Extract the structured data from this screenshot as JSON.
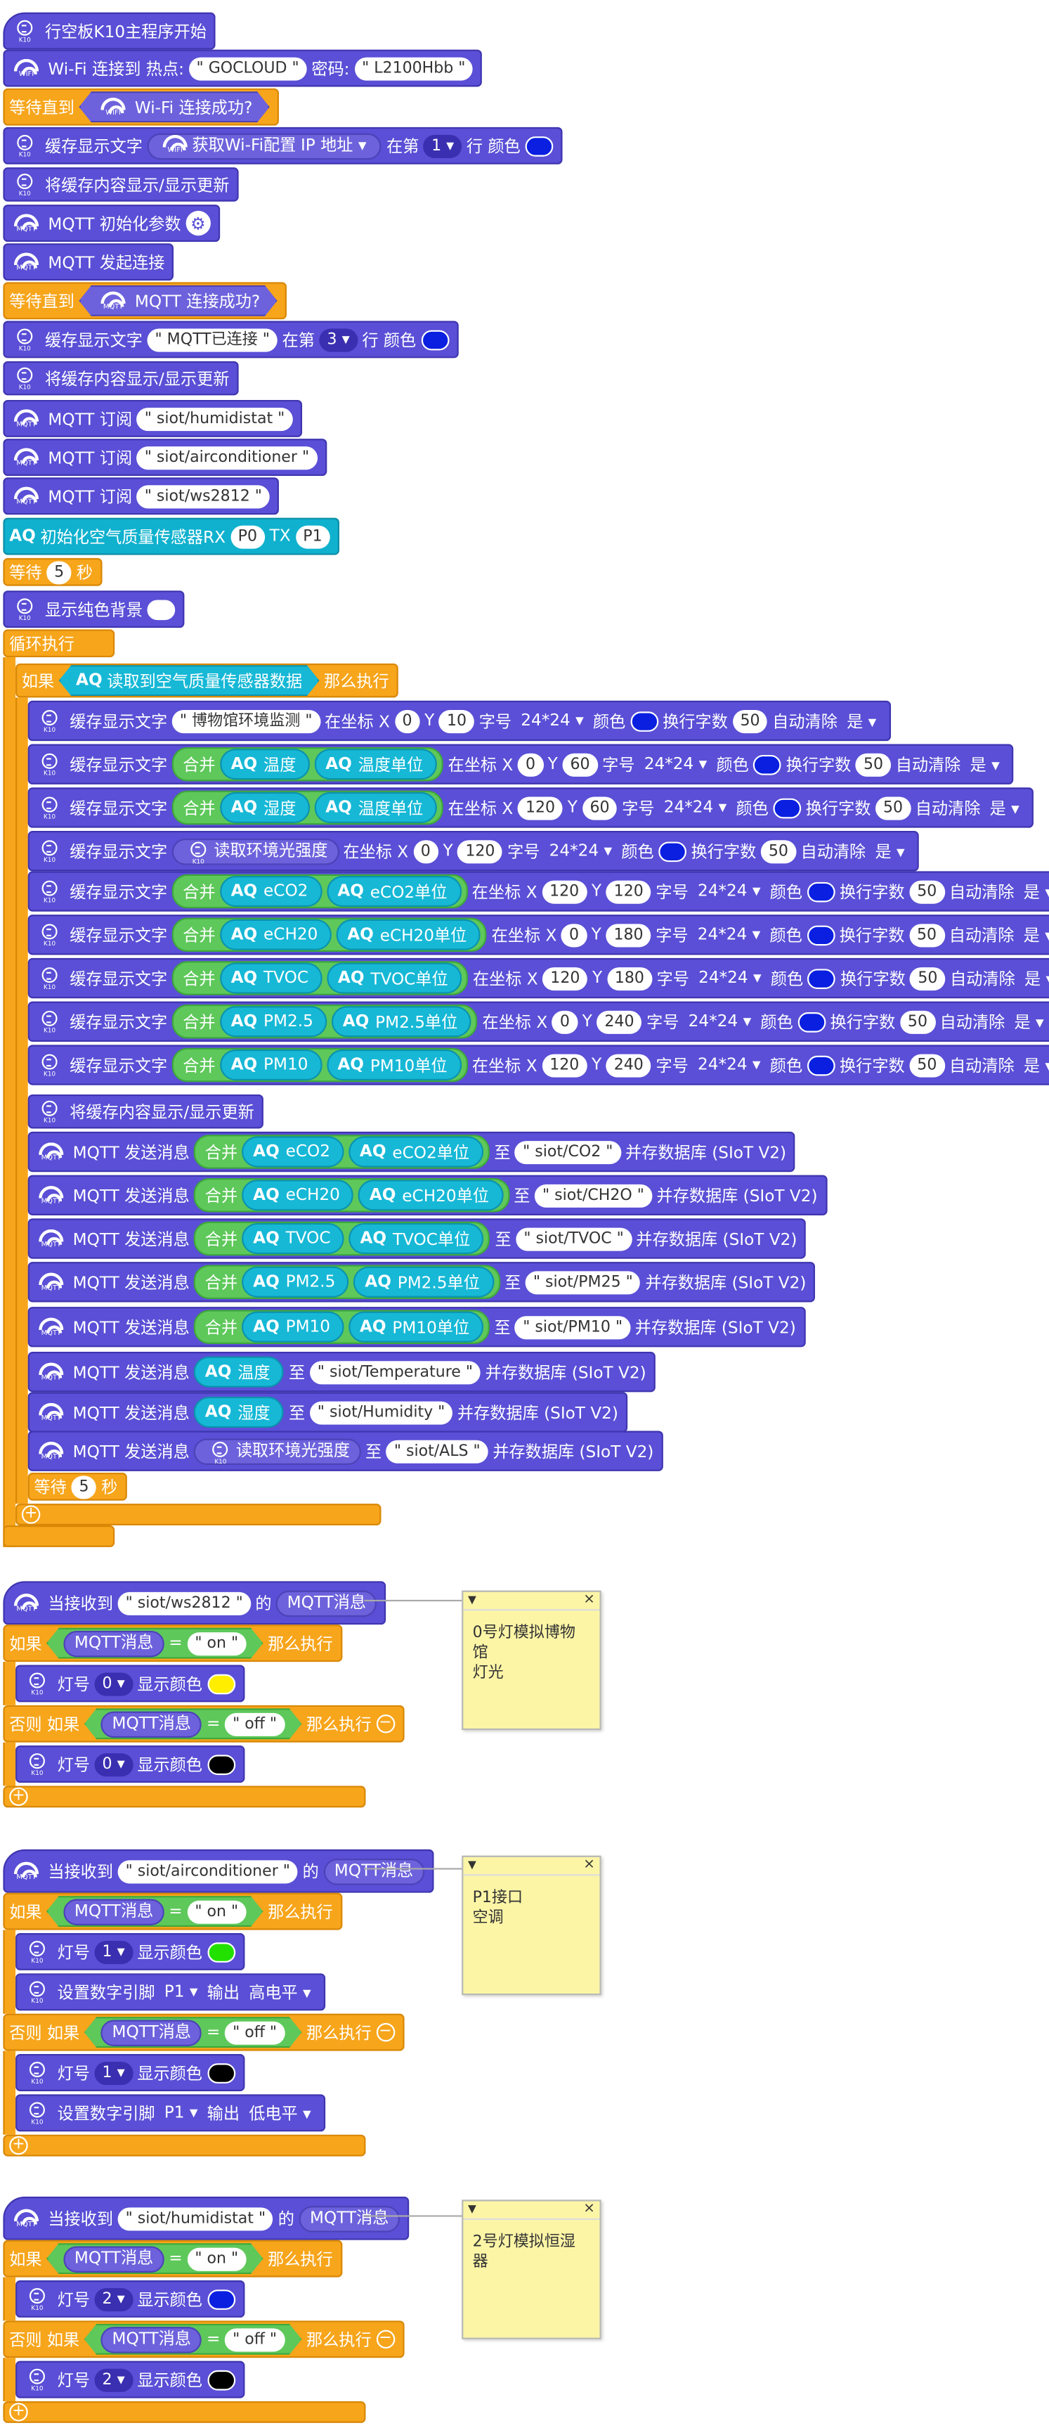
{
  "colors": {
    "k10": "#5a4fd6",
    "control": "#f7a51b",
    "aq": "#0fb1ce",
    "operator": "#5ec85a"
  },
  "main": {
    "hat": "行空板K10主程序开始",
    "wifi": {
      "label": "Wi-Fi 连接到 热点:",
      "ssid": "GOCLOUD",
      "pwd_label": "密码:",
      "pwd": "L2100Hbb"
    },
    "wait1": {
      "label": "等待直到",
      "cond": "Wi-Fi 连接成功?"
    },
    "cache1": {
      "label": "缓存显示文字",
      "getcfg": "获取Wi-Fi配置",
      "ip": "IP 地址",
      "row_label": "在第",
      "row": "1",
      "line_label": "行 颜色",
      "color": "#0a1fe0"
    },
    "refresh1": "将缓存内容显示/显示更新",
    "mqtt_init": "MQTT 初始化参数",
    "mqtt_connect": "MQTT 发起连接",
    "wait2": {
      "label": "等待直到",
      "cond": "MQTT 连接成功?"
    },
    "cache2": {
      "label": "缓存显示文字",
      "text": "MQTT已连接",
      "row_label": "在第",
      "row": "3",
      "line_label": "行 颜色",
      "color": "#0a1fe0"
    },
    "refresh2": "将缓存内容显示/显示更新",
    "sub_label": "MQTT 订阅",
    "subs": [
      "siot/humidistat",
      "siot/airconditioner",
      "siot/ws2812"
    ],
    "aqinit": {
      "label": "初始化空气质量传感器RX",
      "rx": "P0",
      "tx_label": "TX",
      "tx": "P1"
    },
    "wait3": {
      "label": "等待",
      "sec": "5",
      "unit": "秒"
    },
    "bg": {
      "label": "显示纯色背景",
      "color": "#ffffff"
    },
    "loop": "循环执行",
    "if": {
      "label": "如果",
      "cond": "读取到空气质量传感器数据",
      "then": "那么执行"
    },
    "aq": "AQ",
    "merge": "合并",
    "lbl": {
      "cache": "缓存显示文字",
      "atx": "在坐标 X",
      "y": "Y",
      "font": "字号",
      "font_v": "24*24",
      "color": "颜色",
      "wrap": "换行字数",
      "wrap_v": "50",
      "auto": "自动清除",
      "yes": "是",
      "send": "MQTT 发送消息",
      "to": "至",
      "save": "并存数据库 (SIoT V2)",
      "light": "读取环境光强度"
    },
    "title_text": "博物馆环境监测",
    "display_rows": [
      {
        "kind": "str",
        "text": "博物馆环境监测",
        "x": "0",
        "y": "10"
      },
      {
        "kind": "merge",
        "a": "温度",
        "b": "温度单位",
        "x": "0",
        "y": "60"
      },
      {
        "kind": "merge",
        "a": "湿度",
        "b": "温度单位",
        "x": "120",
        "y": "60"
      },
      {
        "kind": "light",
        "x": "0",
        "y": "120"
      },
      {
        "kind": "merge",
        "a": "eCO2",
        "b": "eCO2单位",
        "x": "120",
        "y": "120"
      },
      {
        "kind": "merge",
        "a": "eCH20",
        "b": "eCH20单位",
        "x": "0",
        "y": "180"
      },
      {
        "kind": "merge",
        "a": "TVOC",
        "b": "TVOC单位",
        "x": "120",
        "y": "180"
      },
      {
        "kind": "merge",
        "a": "PM2.5",
        "b": "PM2.5单位",
        "x": "0",
        "y": "240"
      },
      {
        "kind": "merge",
        "a": "PM10",
        "b": "PM10单位",
        "x": "120",
        "y": "240"
      }
    ],
    "refresh3": "将缓存内容显示/显示更新",
    "send_rows": [
      {
        "kind": "merge",
        "a": "eCO2",
        "b": "eCO2单位",
        "topic": "siot/CO2"
      },
      {
        "kind": "merge",
        "a": "eCH20",
        "b": "eCH20单位",
        "topic": "siot/CH2O"
      },
      {
        "kind": "merge",
        "a": "TVOC",
        "b": "TVOC单位",
        "topic": "siot/TVOC"
      },
      {
        "kind": "merge",
        "a": "PM2.5",
        "b": "PM2.5单位",
        "topic": "siot/PM25"
      },
      {
        "kind": "merge",
        "a": "PM10",
        "b": "PM10单位",
        "topic": "siot/PM10"
      },
      {
        "kind": "aq",
        "a": "温度",
        "topic": "siot/Temperature"
      },
      {
        "kind": "aq",
        "a": "湿度",
        "topic": "siot/Humidity"
      },
      {
        "kind": "light",
        "topic": "siot/ALS"
      }
    ],
    "wait4": {
      "label": "等待",
      "sec": "5",
      "unit": "秒"
    }
  },
  "events": [
    {
      "recv": "当接收到",
      "topic": "siot/ws2812",
      "of": "的",
      "msg": "MQTT消息",
      "note": "0号灯模拟博物馆\n灯光",
      "if": "如果",
      "on": "on",
      "then": "那么执行",
      "elseif": "否则 如果",
      "off": "off",
      "eq": "=",
      "lamp": "灯号",
      "disp": "显示颜色",
      "on_actions": [
        {
          "lamp": "0",
          "color": "#ffee00"
        }
      ],
      "off_actions": [
        {
          "lamp": "0",
          "color": "#000000"
        }
      ],
      "pins": []
    },
    {
      "recv": "当接收到",
      "topic": "siot/airconditioner",
      "of": "的",
      "msg": "MQTT消息",
      "note": "P1接口\n空调",
      "if": "如果",
      "on": "on",
      "then": "那么执行",
      "elseif": "否则 如果",
      "off": "off",
      "eq": "=",
      "lamp": "灯号",
      "disp": "显示颜色",
      "on_actions": [
        {
          "lamp": "1",
          "color": "#22e000"
        }
      ],
      "off_actions": [
        {
          "lamp": "1",
          "color": "#000000"
        }
      ],
      "pins": [
        {
          "label": "设置数字引脚",
          "pin": "P1",
          "out": "输出",
          "level": "高电平"
        },
        {
          "label": "设置数字引脚",
          "pin": "P1",
          "out": "输出",
          "level": "低电平"
        }
      ]
    },
    {
      "recv": "当接收到",
      "topic": "siot/humidistat",
      "of": "的",
      "msg": "MQTT消息",
      "note": "2号灯模拟恒湿器",
      "if": "如果",
      "on": "on",
      "then": "那么执行",
      "elseif": "否则 如果",
      "off": "off",
      "eq": "=",
      "lamp": "灯号",
      "disp": "显示颜色",
      "on_actions": [
        {
          "lamp": "2",
          "color": "#0a1fe0"
        }
      ],
      "off_actions": [
        {
          "lamp": "2",
          "color": "#000000"
        }
      ],
      "pins": []
    }
  ]
}
